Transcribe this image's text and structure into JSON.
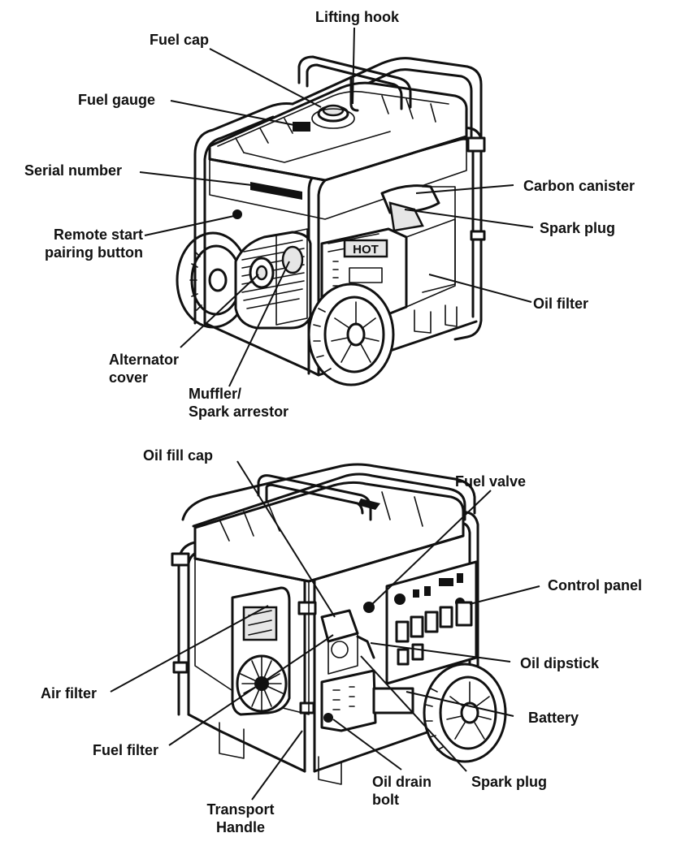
{
  "figure_top": {
    "labels": {
      "lifting_hook": "Lifting hook",
      "fuel_cap": "Fuel cap",
      "fuel_gauge": "Fuel gauge",
      "serial_number": "Serial number",
      "carbon_canister": "Carbon canister",
      "remote_start_1": "Remote start",
      "remote_start_2": "pairing button",
      "spark_plug": "Spark plug",
      "oil_filter": "Oil filter",
      "alternator_1": "Alternator",
      "alternator_2": "cover",
      "muffler_1": "Muffler/",
      "muffler_2": "Spark arrestor"
    },
    "engine_badge": "HOT"
  },
  "figure_bottom": {
    "labels": {
      "oil_fill_cap": "Oil fill cap",
      "fuel_valve": "Fuel valve",
      "control_panel": "Control panel",
      "oil_dipstick": "Oil dipstick",
      "air_filter": "Air filter",
      "battery": "Battery",
      "fuel_filter": "Fuel filter",
      "oil_drain_1": "Oil drain",
      "oil_drain_2": "bolt",
      "spark_plug": "Spark plug",
      "transport_1": "Transport",
      "transport_2": "Handle"
    }
  }
}
